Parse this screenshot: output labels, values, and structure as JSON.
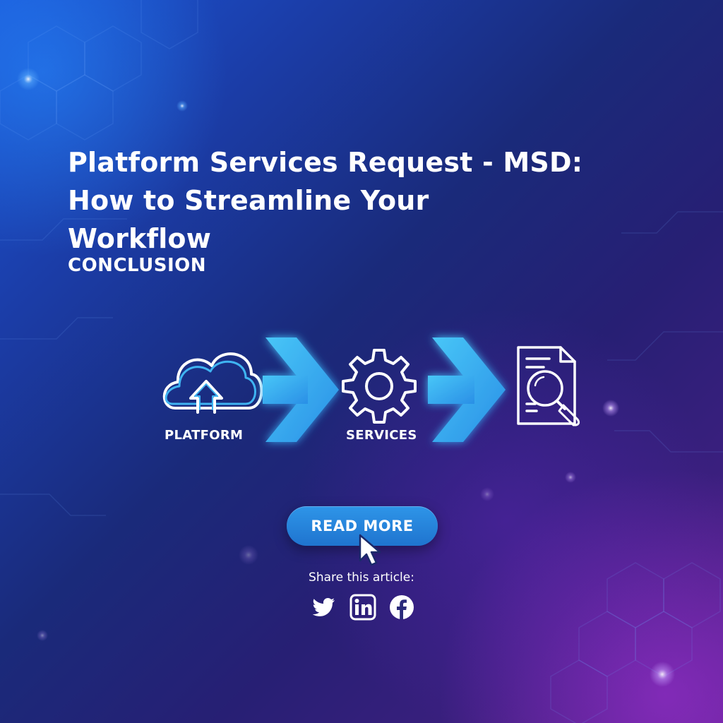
{
  "article": {
    "title_lines": [
      "Platform Services Request - MSD:",
      "How to Streamline Your",
      "Workflow"
    ],
    "section": "CONCLUSION"
  },
  "flow": {
    "steps": [
      {
        "label": "PLATFORM",
        "icon": "cloud-upload-icon"
      },
      {
        "label": "SERVICES",
        "icon": "gear-icon"
      },
      {
        "label": "",
        "icon": "document-search-icon"
      }
    ],
    "arrow_icon": "chevron-right-arrow-icon"
  },
  "cta": {
    "read_more_label": "READ MORE"
  },
  "share": {
    "label": "Share this article:",
    "networks": [
      {
        "name": "twitter",
        "icon": "twitter-icon"
      },
      {
        "name": "linkedin",
        "icon": "linkedin-icon"
      },
      {
        "name": "facebook",
        "icon": "facebook-icon"
      }
    ]
  },
  "colors": {
    "accent_blue": "#3fb4f2",
    "button_blue": "#1f74cf",
    "text": "#ffffff"
  }
}
